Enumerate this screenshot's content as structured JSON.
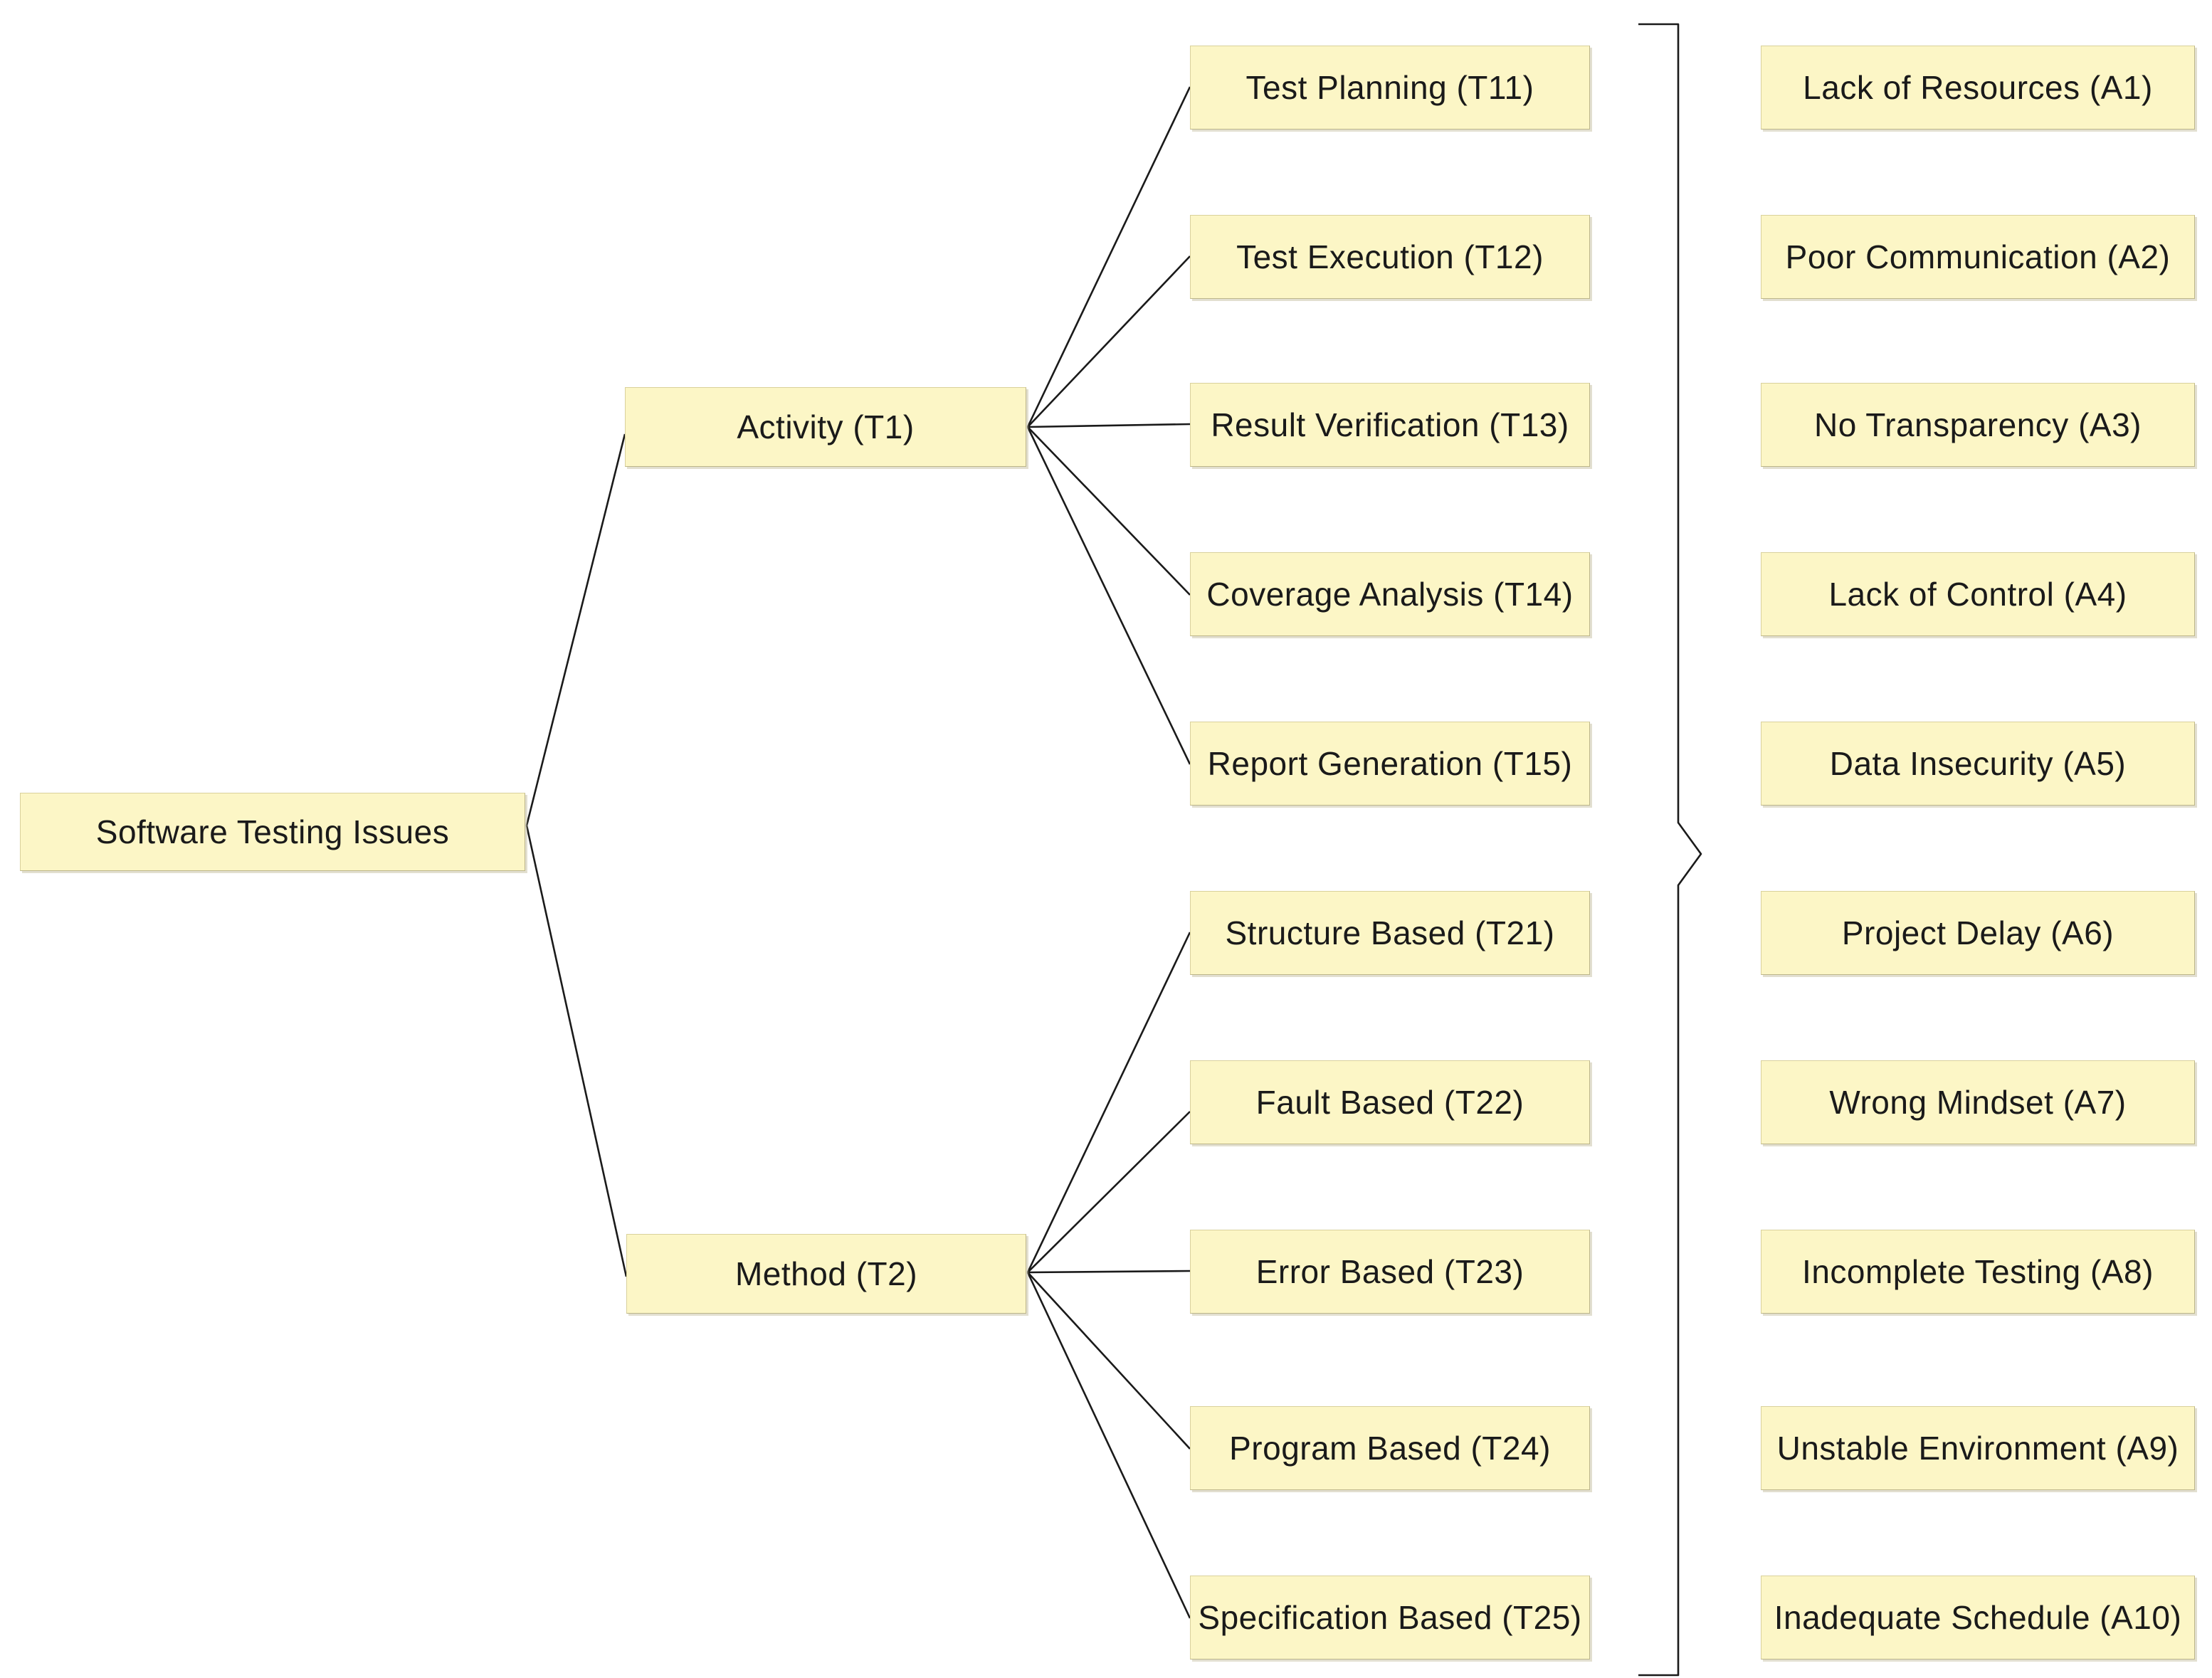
{
  "root": {
    "label": "Software Testing Issues"
  },
  "categories": [
    {
      "label": "Activity (T1)",
      "children": [
        "Test Planning (T11)",
        "Test Execution (T12)",
        "Result Verification (T13)",
        "Coverage Analysis (T14)",
        "Report Generation (T15)"
      ]
    },
    {
      "label": "Method (T2)",
      "children": [
        "Structure Based (T21)",
        "Fault Based (T22)",
        "Error Based (T23)",
        "Program Based (T24)",
        "Specification Based (T25)"
      ]
    }
  ],
  "effects": [
    "Lack of Resources (A1)",
    "Poor Communication (A2)",
    "No Transparency (A3)",
    "Lack of Control (A4)",
    "Data Insecurity (A5)",
    "Project Delay (A6)",
    "Wrong Mindset (A7)",
    "Incomplete Testing (A8)",
    "Unstable Environment (A9)",
    "Inadequate Schedule (A10)"
  ],
  "colors": {
    "box_fill": "#fcf6c6",
    "box_border": "#d9d19c",
    "line": "#1a1a1a"
  }
}
